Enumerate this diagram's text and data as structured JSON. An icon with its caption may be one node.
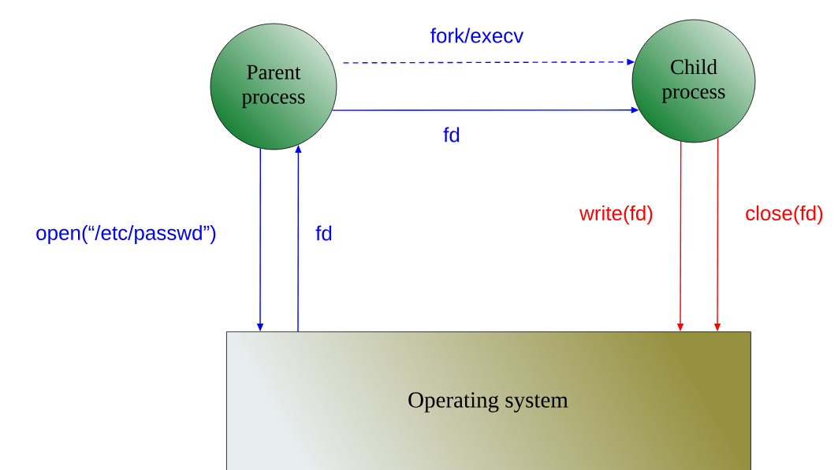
{
  "diagram": {
    "nodes": [
      {
        "text": [
          "Parent process"
        ]
      },
      {
        "text": [
          "Child process"
        ]
      },
      {
        "text": [
          "Operating system"
        ]
      }
    ],
    "edges": [
      {
        "from": 0,
        "to": 1,
        "arrow": "to",
        "label": "fork/execv",
        "style": "dashed"
      },
      {
        "from": 0,
        "to": 1,
        "arrow": "to",
        "label": "fd"
      },
      {
        "from": 0,
        "to": 2,
        "arrow": "to",
        "label": "open(“/etc/passwd”)"
      },
      {
        "from": 2,
        "to": 0,
        "arrow": "to",
        "label": "fd"
      },
      {
        "from": 1,
        "to": 2,
        "arrow": "to",
        "label": "write(fd)",
        "color": "#ff0000"
      },
      {
        "from": 1,
        "to": 2,
        "arrow": "to",
        "label": "close(fd)",
        "color": "#ff0000"
      }
    ]
  }
}
